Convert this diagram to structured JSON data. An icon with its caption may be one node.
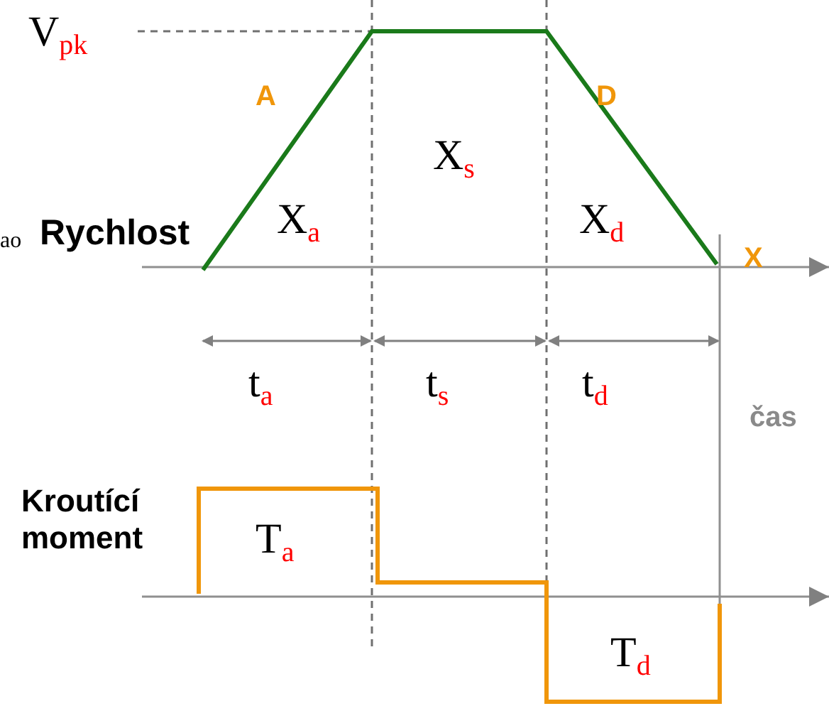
{
  "diagram": {
    "labels": [
      "V$_{pk}$",
      "A",
      "D",
      "X$_{s}$",
      "ao",
      "Rychlost",
      "X$_{a}$",
      "X$_{d}$",
      "X",
      "t$_{a}$",
      "t$_{s}$",
      "t$_{d}$",
      "čas",
      "Kroutící moment",
      "T$_{a}$",
      "T$_{d}$"
    ]
  }
}
